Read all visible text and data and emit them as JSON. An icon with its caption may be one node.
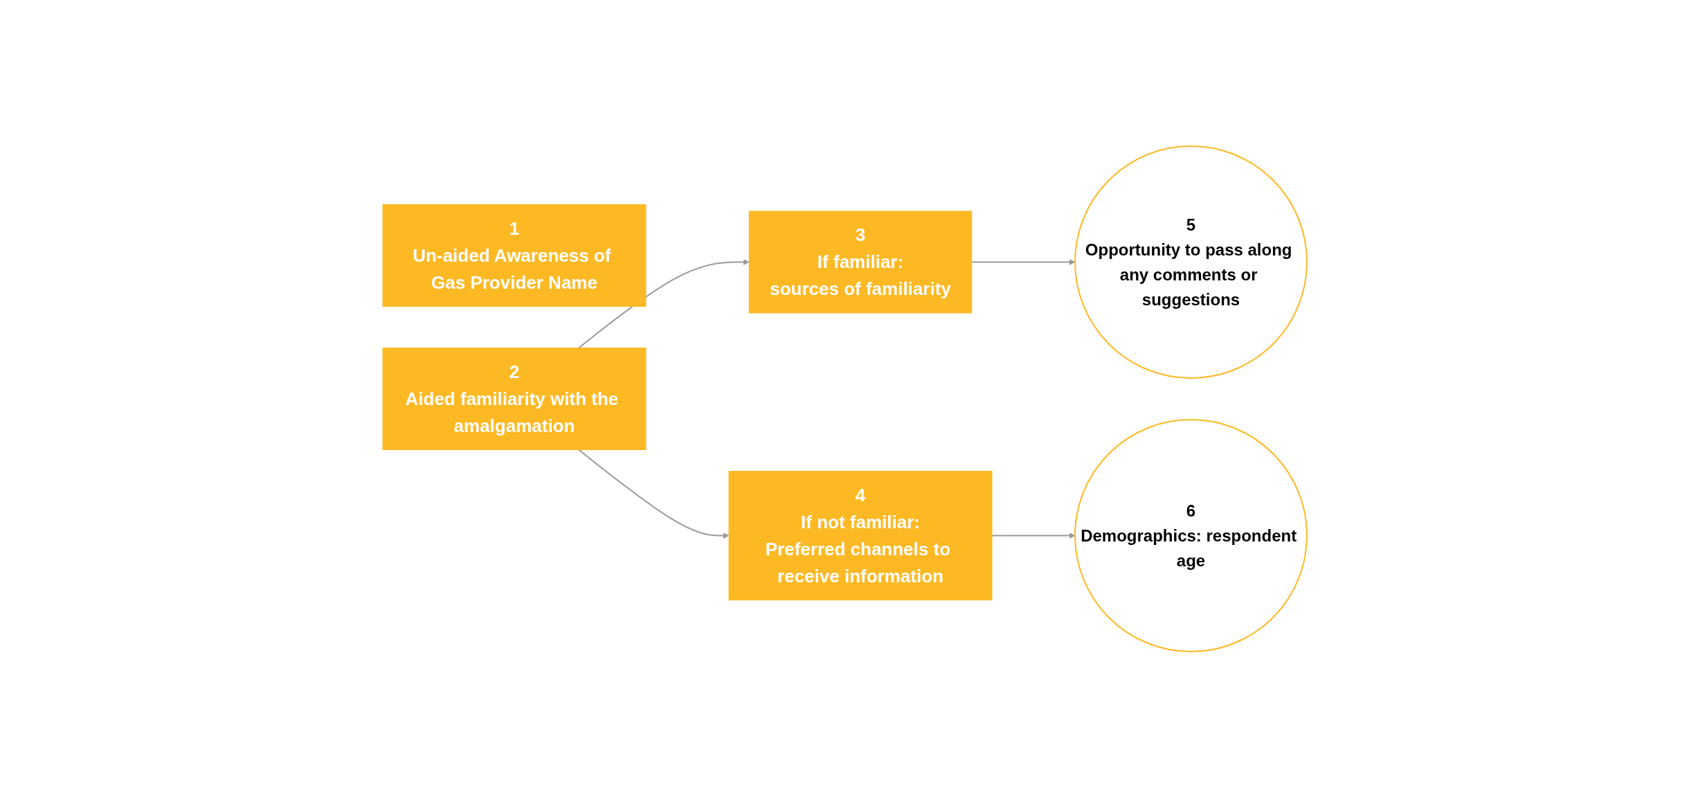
{
  "diagram": {
    "nodes": [
      {
        "text": [
          "1",
          "Un-aided Awareness of Gas Provider Name"
        ]
      },
      {
        "text": [
          "2",
          "Aided familiarity with the amalgamation"
        ]
      },
      {
        "text": [
          "3",
          "If familiar:",
          "sources of familiarity"
        ]
      },
      {
        "text": [
          "4",
          "If not familiar:",
          "Preferred channels to receive information"
        ]
      },
      {
        "text": [
          "5",
          "Opportunity to pass along any comments or suggestions"
        ]
      },
      {
        "text": [
          "6",
          "Demographics: respondent age"
        ]
      }
    ],
    "edges": [
      {
        "from": 1,
        "to": 2,
        "arrow": "to"
      },
      {
        "from": 1,
        "to": 3,
        "arrow": "to"
      },
      {
        "from": 2,
        "to": 4,
        "arrow": "to"
      },
      {
        "from": 3,
        "to": 5,
        "arrow": "to"
      }
    ]
  }
}
